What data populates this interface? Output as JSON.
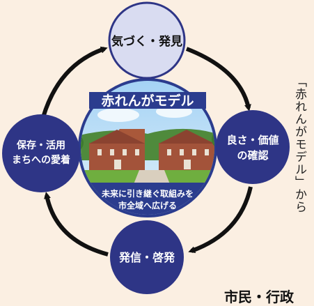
{
  "cycle": {
    "top": "気づく・発見",
    "right_line1": "良さ・価値",
    "right_line2": "の確認",
    "bottom": "発信・啓発",
    "left_line1": "保存・活用",
    "left_line2": "まちへの愛着"
  },
  "center": {
    "title": "赤れんがモデル",
    "caption_line1": "未来に引き継ぐ取組みを",
    "caption_line2": "市全域へ広げる"
  },
  "side_note": "「赤れんがモデル」から",
  "bottom_fragment": "市民・行政",
  "colors": {
    "background": "#fbefe2",
    "top_node_fill": "#d9dcf1",
    "dark_node_fill": "#2e3586",
    "center_ring": "#2b3c8e",
    "arrow": "#111111"
  }
}
